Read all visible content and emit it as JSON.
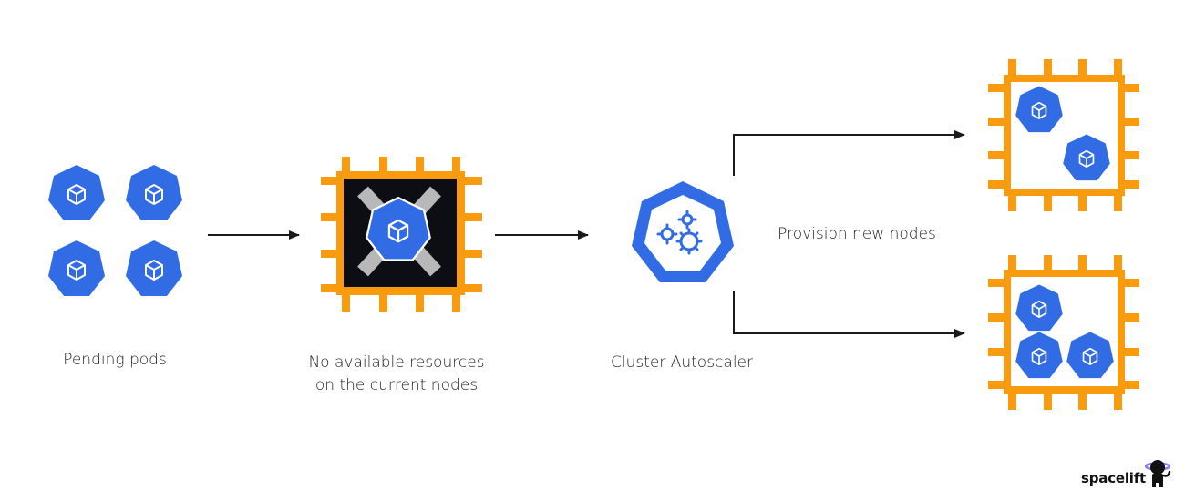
{
  "colors": {
    "kube_blue": "#326CE5",
    "chip_orange": "#F89B0E",
    "chip_dark": "#0D0D14",
    "arrow": "#1A1A1A",
    "text": "#1E1E1E"
  },
  "stages": [
    {
      "id": "pending",
      "label_lines": [
        "Pending pods"
      ],
      "icon": "pod-icon",
      "pod_count": 4
    },
    {
      "id": "no-resources",
      "label_lines": [
        "No available resources",
        "on the current nodes"
      ],
      "icon": "blocked-node-chip-icon"
    },
    {
      "id": "autoscaler",
      "label_lines": [
        "Cluster Autoscaler"
      ],
      "icon": "cluster-autoscaler-icon"
    },
    {
      "id": "provision",
      "label_lines": [
        "Provision new nodes"
      ],
      "nodes": [
        {
          "pod_count": 2
        },
        {
          "pod_count": 3
        }
      ]
    }
  ],
  "branding": {
    "logo_text": "spacelift",
    "logo_icon": "astronaut-icon"
  }
}
